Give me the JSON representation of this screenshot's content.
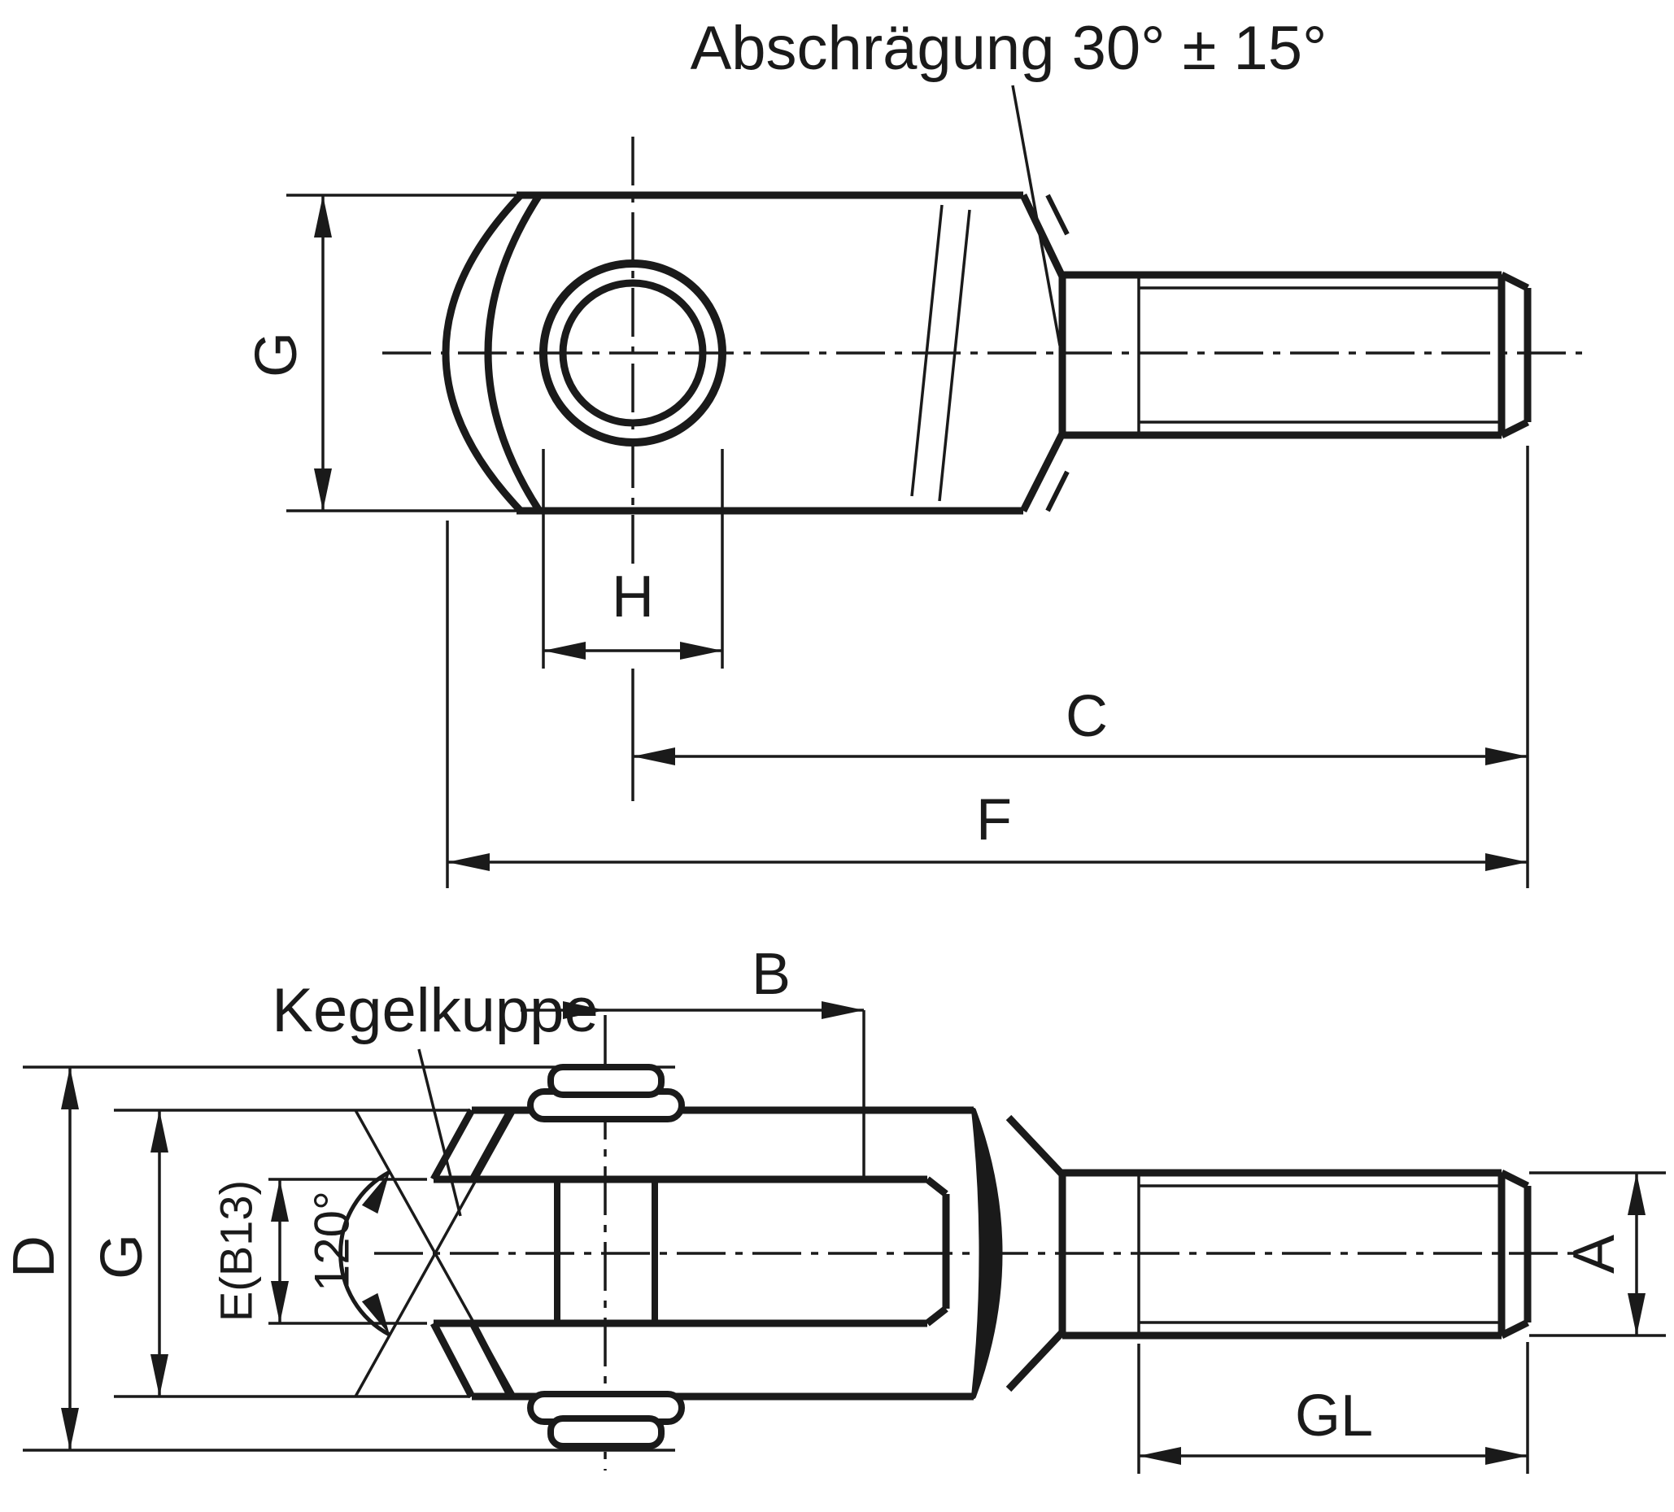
{
  "drawing": {
    "type": "technical-drawing",
    "annotations": {
      "chamfer_note": "Abschrägung 30° ± 15°",
      "cone_tip_note": "Kegelkuppe"
    },
    "top_view": {
      "dim_g": "G",
      "dim_h": "H",
      "dim_c": "C",
      "dim_f": "F"
    },
    "bottom_view": {
      "dim_d": "D",
      "dim_g": "G",
      "dim_e": "E(B13)",
      "dim_angle": "120°",
      "dim_b": "B",
      "dim_a": "A",
      "dim_gl": "GL"
    },
    "colors": {
      "line": "#1a1a1a",
      "background": "#ffffff"
    }
  }
}
